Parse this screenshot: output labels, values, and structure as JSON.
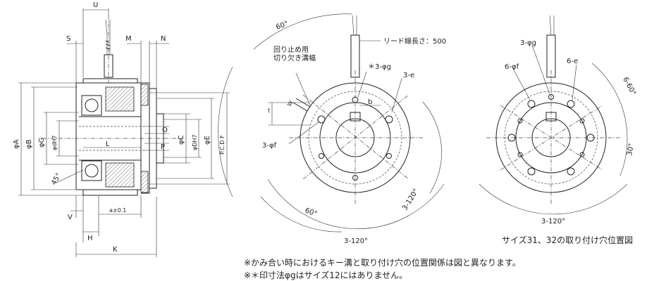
{
  "side_view": {
    "labels": {
      "U": "U",
      "S": "S",
      "M": "M",
      "N": "N",
      "phiA": "φA",
      "phiB": "φB",
      "phiG": "φG",
      "phid": "φdH7",
      "L": "L",
      "O": "O",
      "P": "P",
      "phiC": "φC",
      "phiD": "φDH7",
      "phiE": "φE",
      "PCDF": "P.C.D F",
      "angle45": "45°",
      "V": "V",
      "H": "H",
      "tol": "a±0.1",
      "K": "K"
    }
  },
  "front_view": {
    "angle60_top": "60°",
    "stopper_note_line1": "回り止め用",
    "stopper_note_line2": "切り欠き溝幅",
    "lead_length": "リード線長さ：500",
    "star_hole": "＊3-φg",
    "holes_e": "3-e",
    "W": "W",
    "t": "t",
    "b": "b",
    "holes_f": "3-φf",
    "angle60_bottom": "60°",
    "angle3x120_side": "3-120°",
    "angle3x120_bottom": "3-120°"
  },
  "size31_view": {
    "holes_g": "3-φg",
    "holes_f": "6-φf",
    "holes_e": "6-e",
    "angle6x60": "6-60°",
    "angle30": "30°",
    "angle3x120": "3-120°",
    "caption": "サイズ31、32の取り付け穴位置図"
  },
  "notes": [
    "※かみ合い時におけるキー溝と取り付け穴の位置関係は図と異なります。",
    "※＊印寸法φgはサイズ12にはありません。"
  ]
}
